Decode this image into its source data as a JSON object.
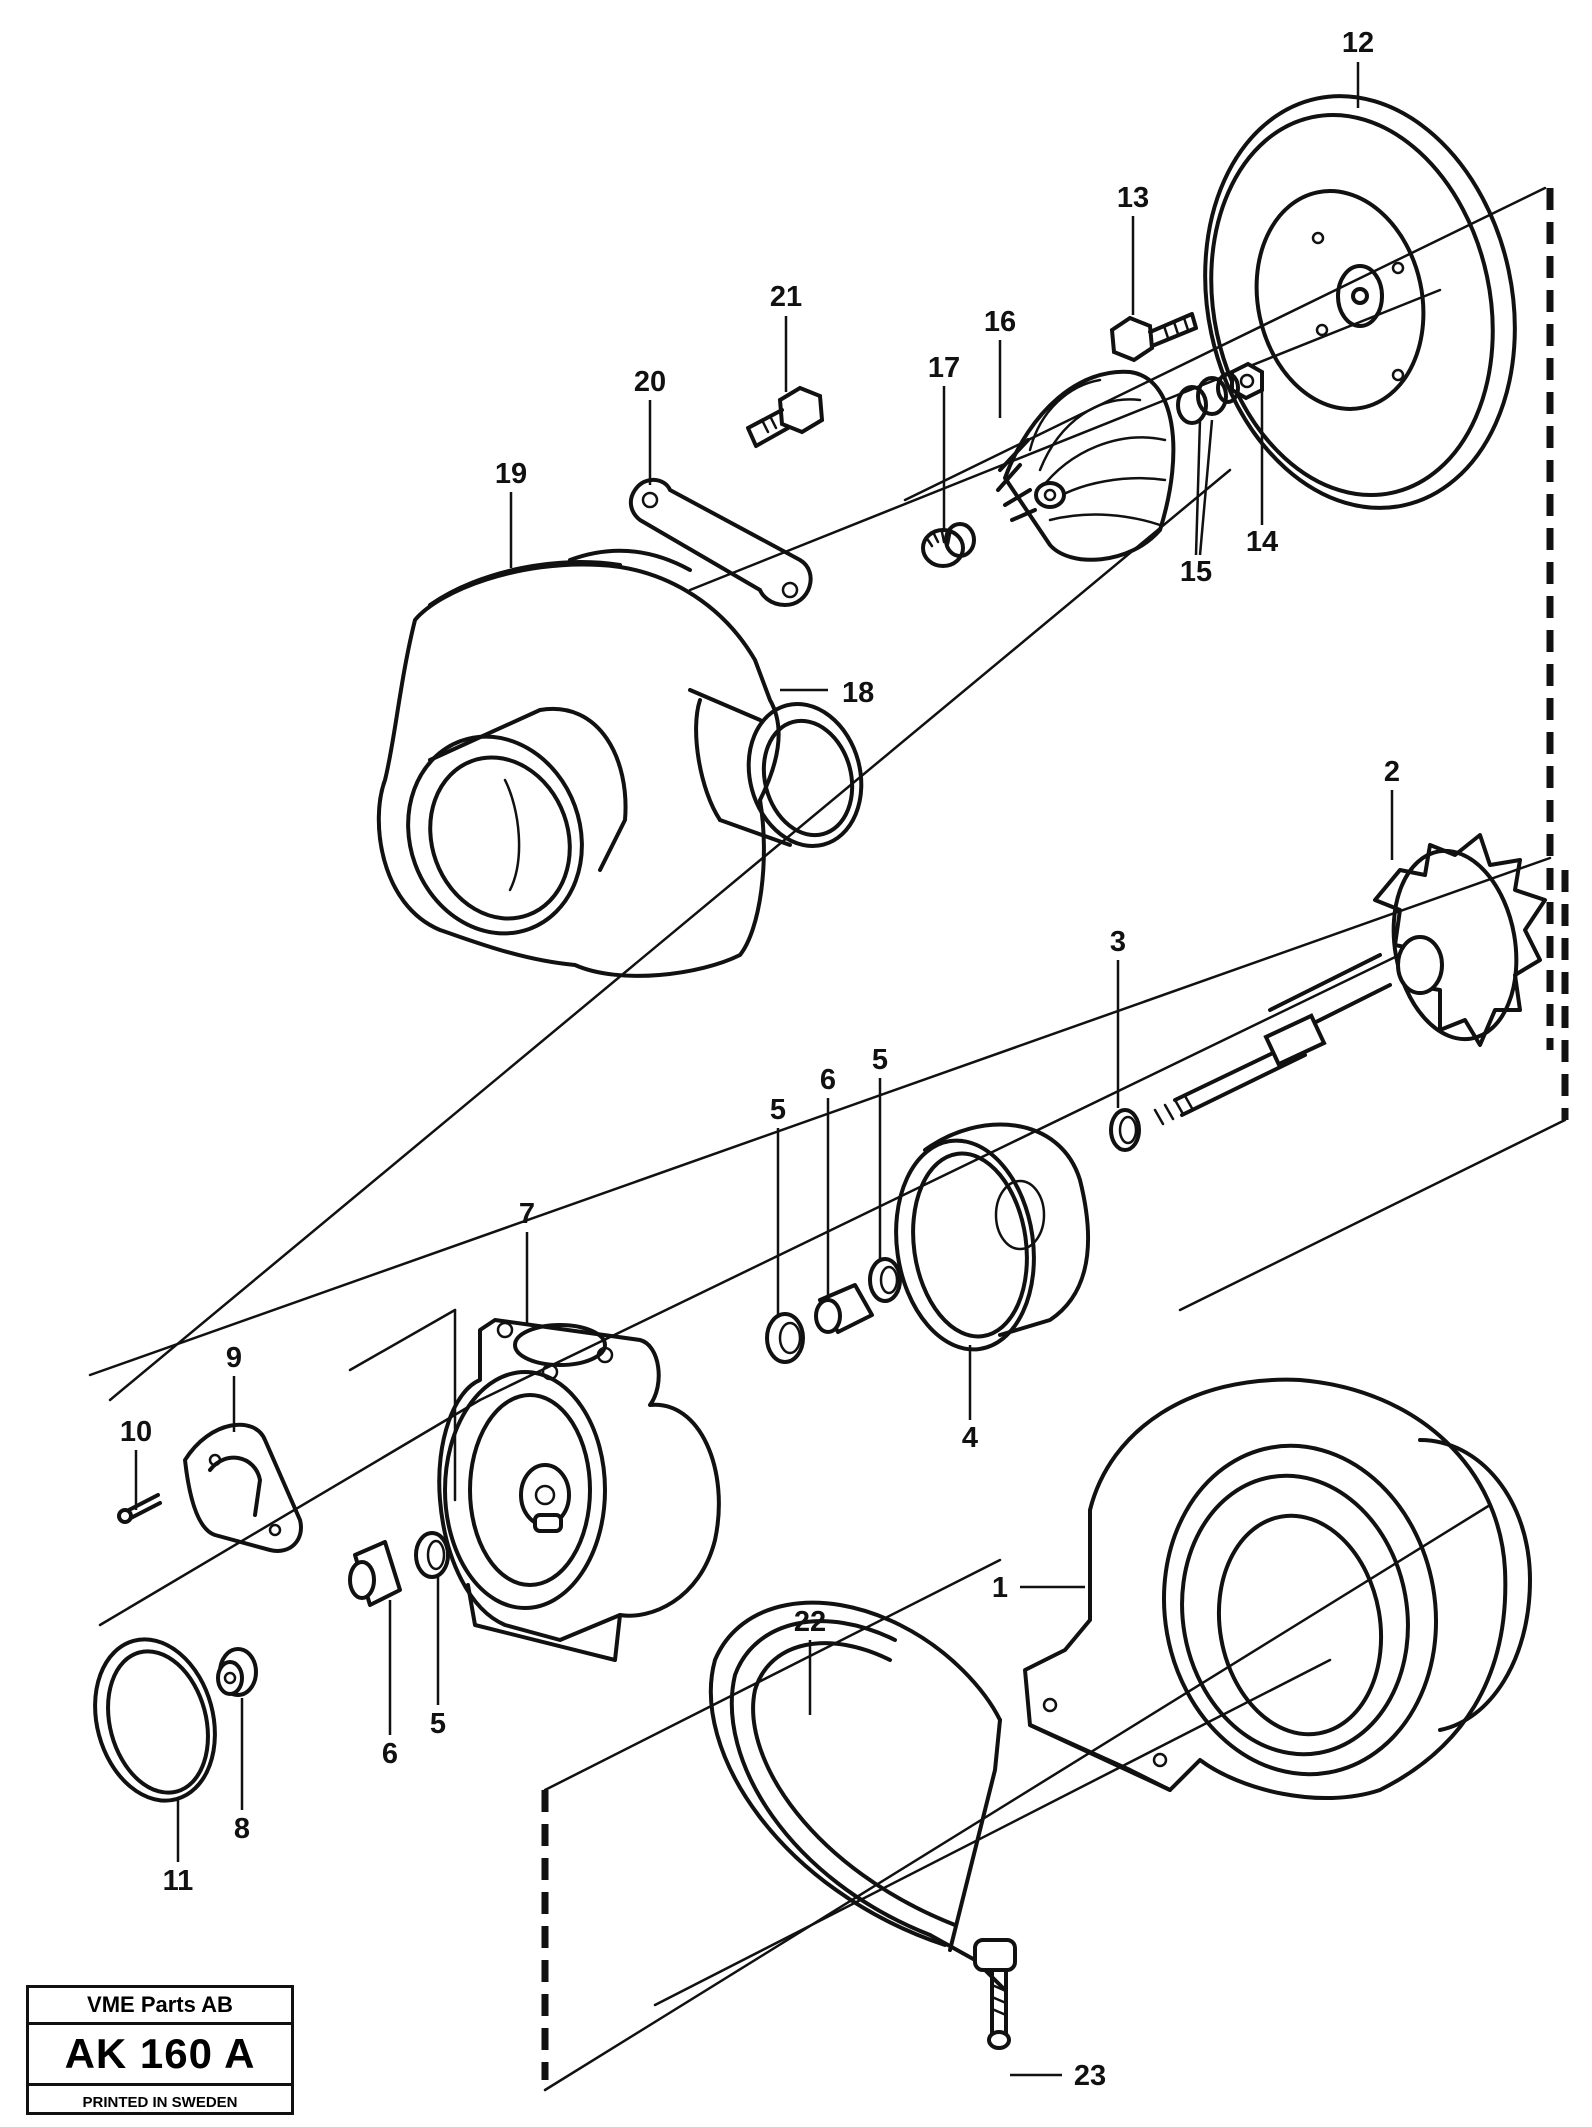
{
  "diagram": {
    "callouts": [
      {
        "id": "12",
        "text": "12"
      },
      {
        "id": "13",
        "text": "13"
      },
      {
        "id": "21",
        "text": "21"
      },
      {
        "id": "16",
        "text": "16"
      },
      {
        "id": "17",
        "text": "17"
      },
      {
        "id": "20",
        "text": "20"
      },
      {
        "id": "19",
        "text": "19"
      },
      {
        "id": "14",
        "text": "14"
      },
      {
        "id": "15",
        "text": "15"
      },
      {
        "id": "18",
        "text": "18"
      },
      {
        "id": "2",
        "text": "2"
      },
      {
        "id": "3",
        "text": "3"
      },
      {
        "id": "5a",
        "text": "5"
      },
      {
        "id": "6a",
        "text": "6"
      },
      {
        "id": "5b",
        "text": "5"
      },
      {
        "id": "7",
        "text": "7"
      },
      {
        "id": "9",
        "text": "9"
      },
      {
        "id": "10",
        "text": "10"
      },
      {
        "id": "4",
        "text": "4"
      },
      {
        "id": "1",
        "text": "1"
      },
      {
        "id": "22",
        "text": "22"
      },
      {
        "id": "6b",
        "text": "6"
      },
      {
        "id": "5c",
        "text": "5"
      },
      {
        "id": "8",
        "text": "8"
      },
      {
        "id": "11",
        "text": "11"
      },
      {
        "id": "23",
        "text": "23"
      }
    ]
  },
  "title_block": {
    "company": "VME Parts AB",
    "code": "AK 160 A",
    "note": "PRINTED IN SWEDEN"
  }
}
